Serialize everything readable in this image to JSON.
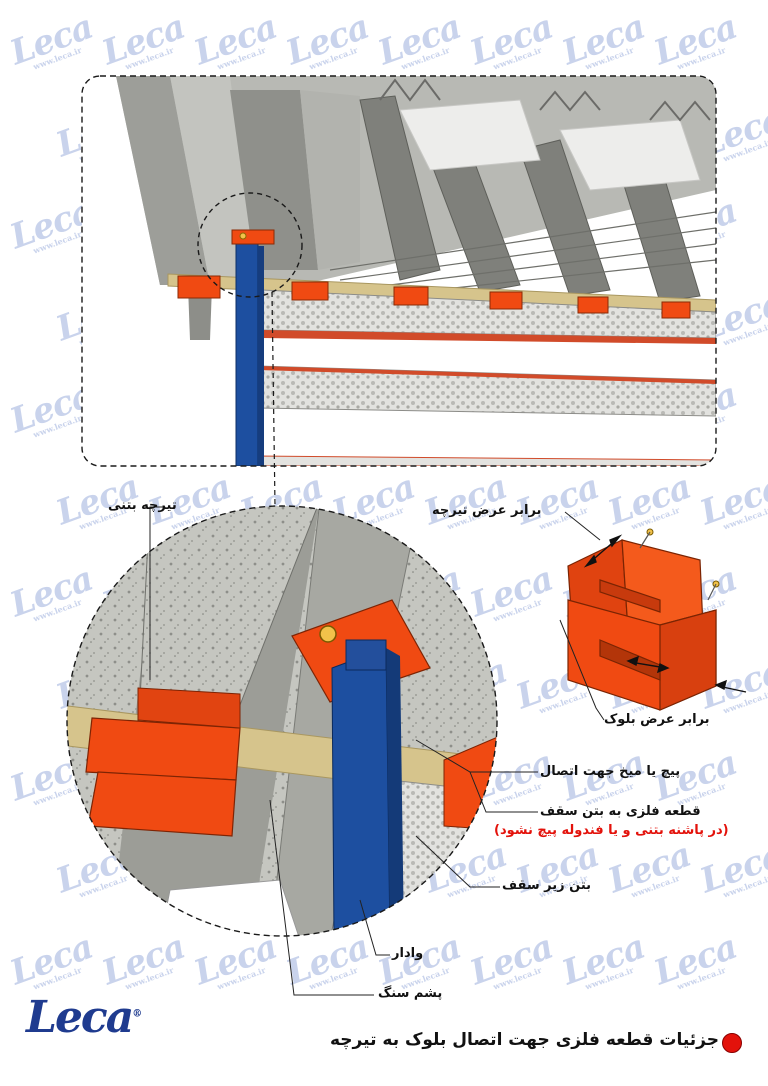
{
  "brand": {
    "logo_text": "Leca",
    "website": "www.leca.ir",
    "accent_color": "#e3120b",
    "logo_color": "#1f3b8f",
    "watermark_color": "#c9d3ec"
  },
  "caption": "جزئیات قطعه فلزی جهت اتصال بلوک به تیرچه",
  "labels": {
    "concrete_joist": "تیرچه بتنی",
    "joist_width": "برابر عرض تیرچه",
    "block_width": "برابر عرض بلوک",
    "screw_or_nail": "پیچ یا میخ جهت اتصال",
    "metal_piece_line1": "قطعه فلزی به بتن سقف",
    "metal_piece_note": "(در پاشنه بتنی و یا فندوله پیچ نشود)",
    "ceiling_concrete": "بتن زیر سقف",
    "prop": "وادار",
    "rock_wool": "پشم سنگ"
  },
  "colors": {
    "metal_piece": "#f04a12",
    "prop": "#1d4fa0",
    "concrete": "#a9aaa5",
    "rock_wool": "#d6c48c",
    "block": "#c9c9c4"
  }
}
